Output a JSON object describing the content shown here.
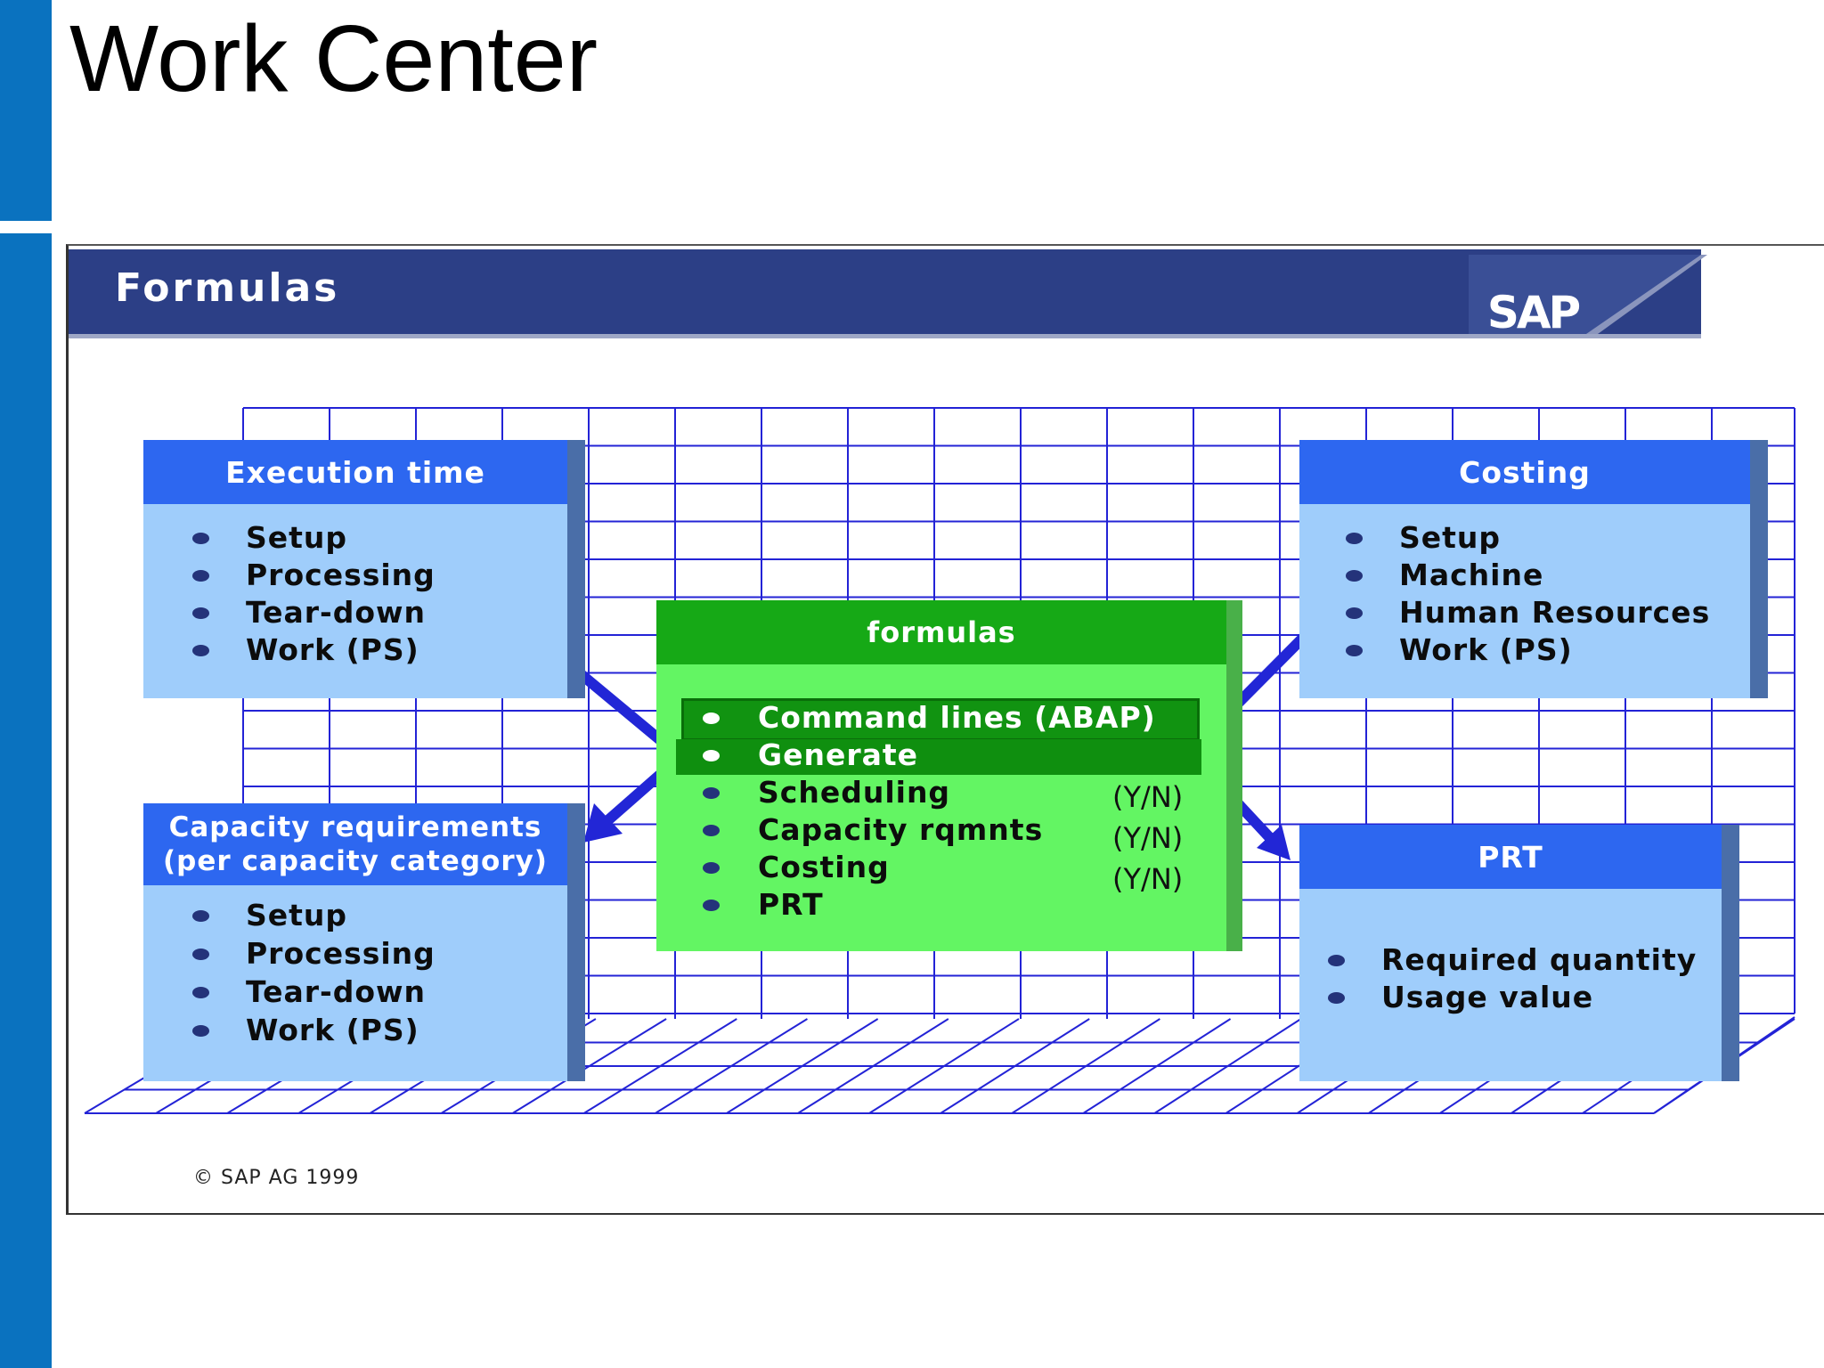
{
  "page_title": "Work Center",
  "slide": {
    "header_title": "Formulas",
    "logo": "SAP",
    "copyright": "© SAP AG 1999"
  },
  "boxes": {
    "execution_time": {
      "title": "Execution time",
      "items": [
        "Setup",
        "Processing",
        "Tear-down",
        "Work (PS)"
      ]
    },
    "costing": {
      "title": "Costing",
      "items": [
        "Setup",
        "Machine",
        "Human Resources",
        "Work (PS)"
      ]
    },
    "capacity": {
      "title_line1": "Capacity requirements",
      "title_line2": "(per capacity category)",
      "items": [
        "Setup",
        "Processing",
        "Tear-down",
        "Work (PS)"
      ]
    },
    "prt": {
      "title": "PRT",
      "items": [
        "Required quantity",
        "Usage value"
      ]
    },
    "formulas": {
      "title": "formulas",
      "items": [
        "Command lines (ABAP)",
        "Generate",
        "Scheduling",
        "Capacity rqmnts",
        "Costing",
        "PRT"
      ],
      "yn": [
        "(Y/N)",
        "(Y/N)",
        "(Y/N)"
      ]
    }
  },
  "colors": {
    "sidebar_accent": "#0a72bf",
    "header_band": "#2c3f86",
    "grid_line": "#2323d6",
    "blue_box_header": "#2d67f0",
    "blue_box_body": "#9fcdfb",
    "green_box_header": "#16a916",
    "green_box_body": "#63f563",
    "arrow": "#2226d6"
  }
}
